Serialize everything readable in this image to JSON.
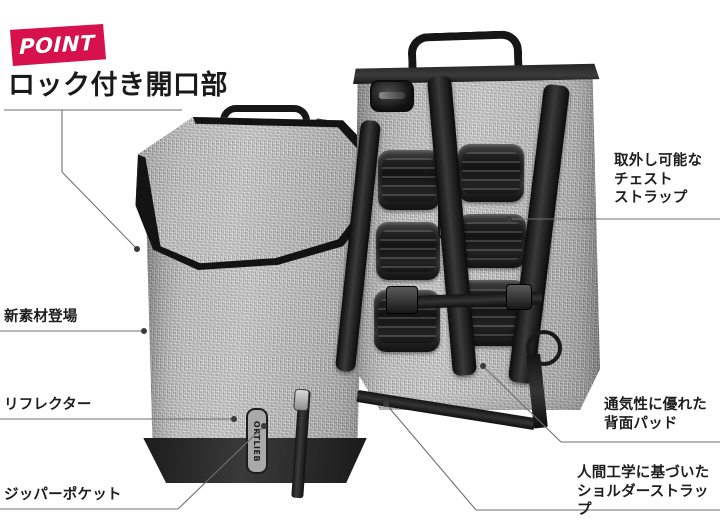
{
  "badge": {
    "text": "POINT",
    "color": "#d7114c"
  },
  "headline": {
    "text": "ロック付き開口部"
  },
  "callouts": {
    "left": [
      {
        "id": "new-material",
        "text": "新素材登場"
      },
      {
        "id": "reflector",
        "text": "リフレクター"
      },
      {
        "id": "zipper-pocket",
        "text": "ジッパーポケット"
      }
    ],
    "right": [
      {
        "id": "chest-strap",
        "text": "取外し可能な\nチェスト\nストラップ"
      },
      {
        "id": "back-pad",
        "text": "通気性に優れた\n背面パッド"
      },
      {
        "id": "shoulder-strap",
        "text": "人間工学に基づいた\nショルダーストラップ"
      }
    ]
  },
  "product": {
    "front_bag": "grey-flap-backpack-front",
    "rear_bag": "grey-backpack-rear-panel",
    "brand_tag": "ORTLIEB",
    "fabric_color": "#b8b8b8",
    "trim_color": "#151515"
  },
  "theme": {
    "background": "#ffffff",
    "text_color": "#1d1d1d",
    "leader_line_color": "#6f6f6f"
  }
}
